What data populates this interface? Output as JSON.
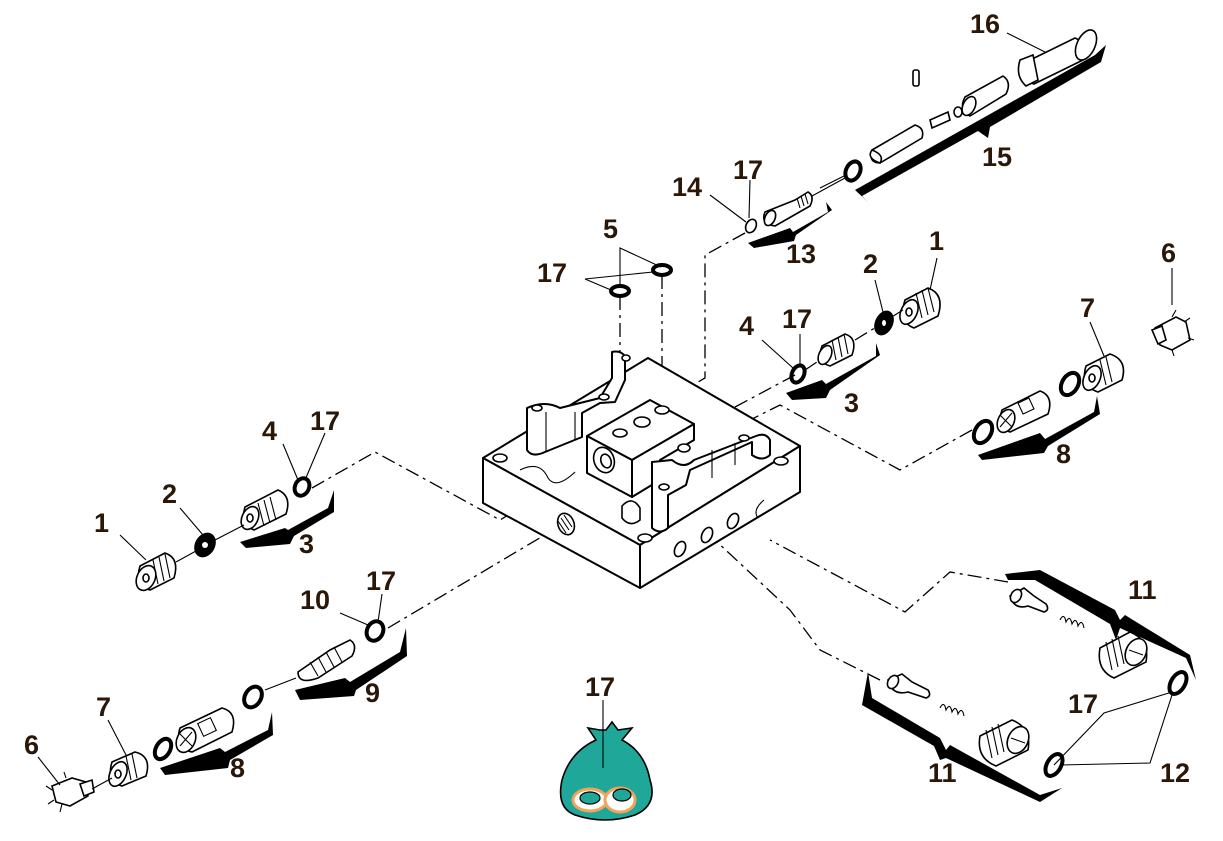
{
  "diagram": {
    "type": "exploded-parts-view",
    "colors": {
      "label": "#2a1708",
      "line": "#000000",
      "bag": "#1fa89a",
      "ring_accent": "#f2a45a"
    },
    "labels": {
      "top_16": "16",
      "top_15": "15",
      "top_14": "14",
      "top_17a": "17",
      "top_13": "13",
      "center_5": "5",
      "center_17": "17",
      "right_1": "1",
      "right_2": "2",
      "right_4": "4",
      "right_17": "17",
      "right_3": "3",
      "far_right_6": "6",
      "far_right_7": "7",
      "far_right_8": "8",
      "left_1": "1",
      "left_2": "2",
      "left_4": "4",
      "left_17": "17",
      "left_3": "3",
      "lower_10": "10",
      "lower_17": "17",
      "lower_9": "9",
      "lower_7": "7",
      "lower_6": "6",
      "lower_8": "8",
      "bag_17": "17",
      "br_11_top": "11",
      "br_11_bottom": "11",
      "br_17": "17",
      "br_12": "12"
    }
  }
}
